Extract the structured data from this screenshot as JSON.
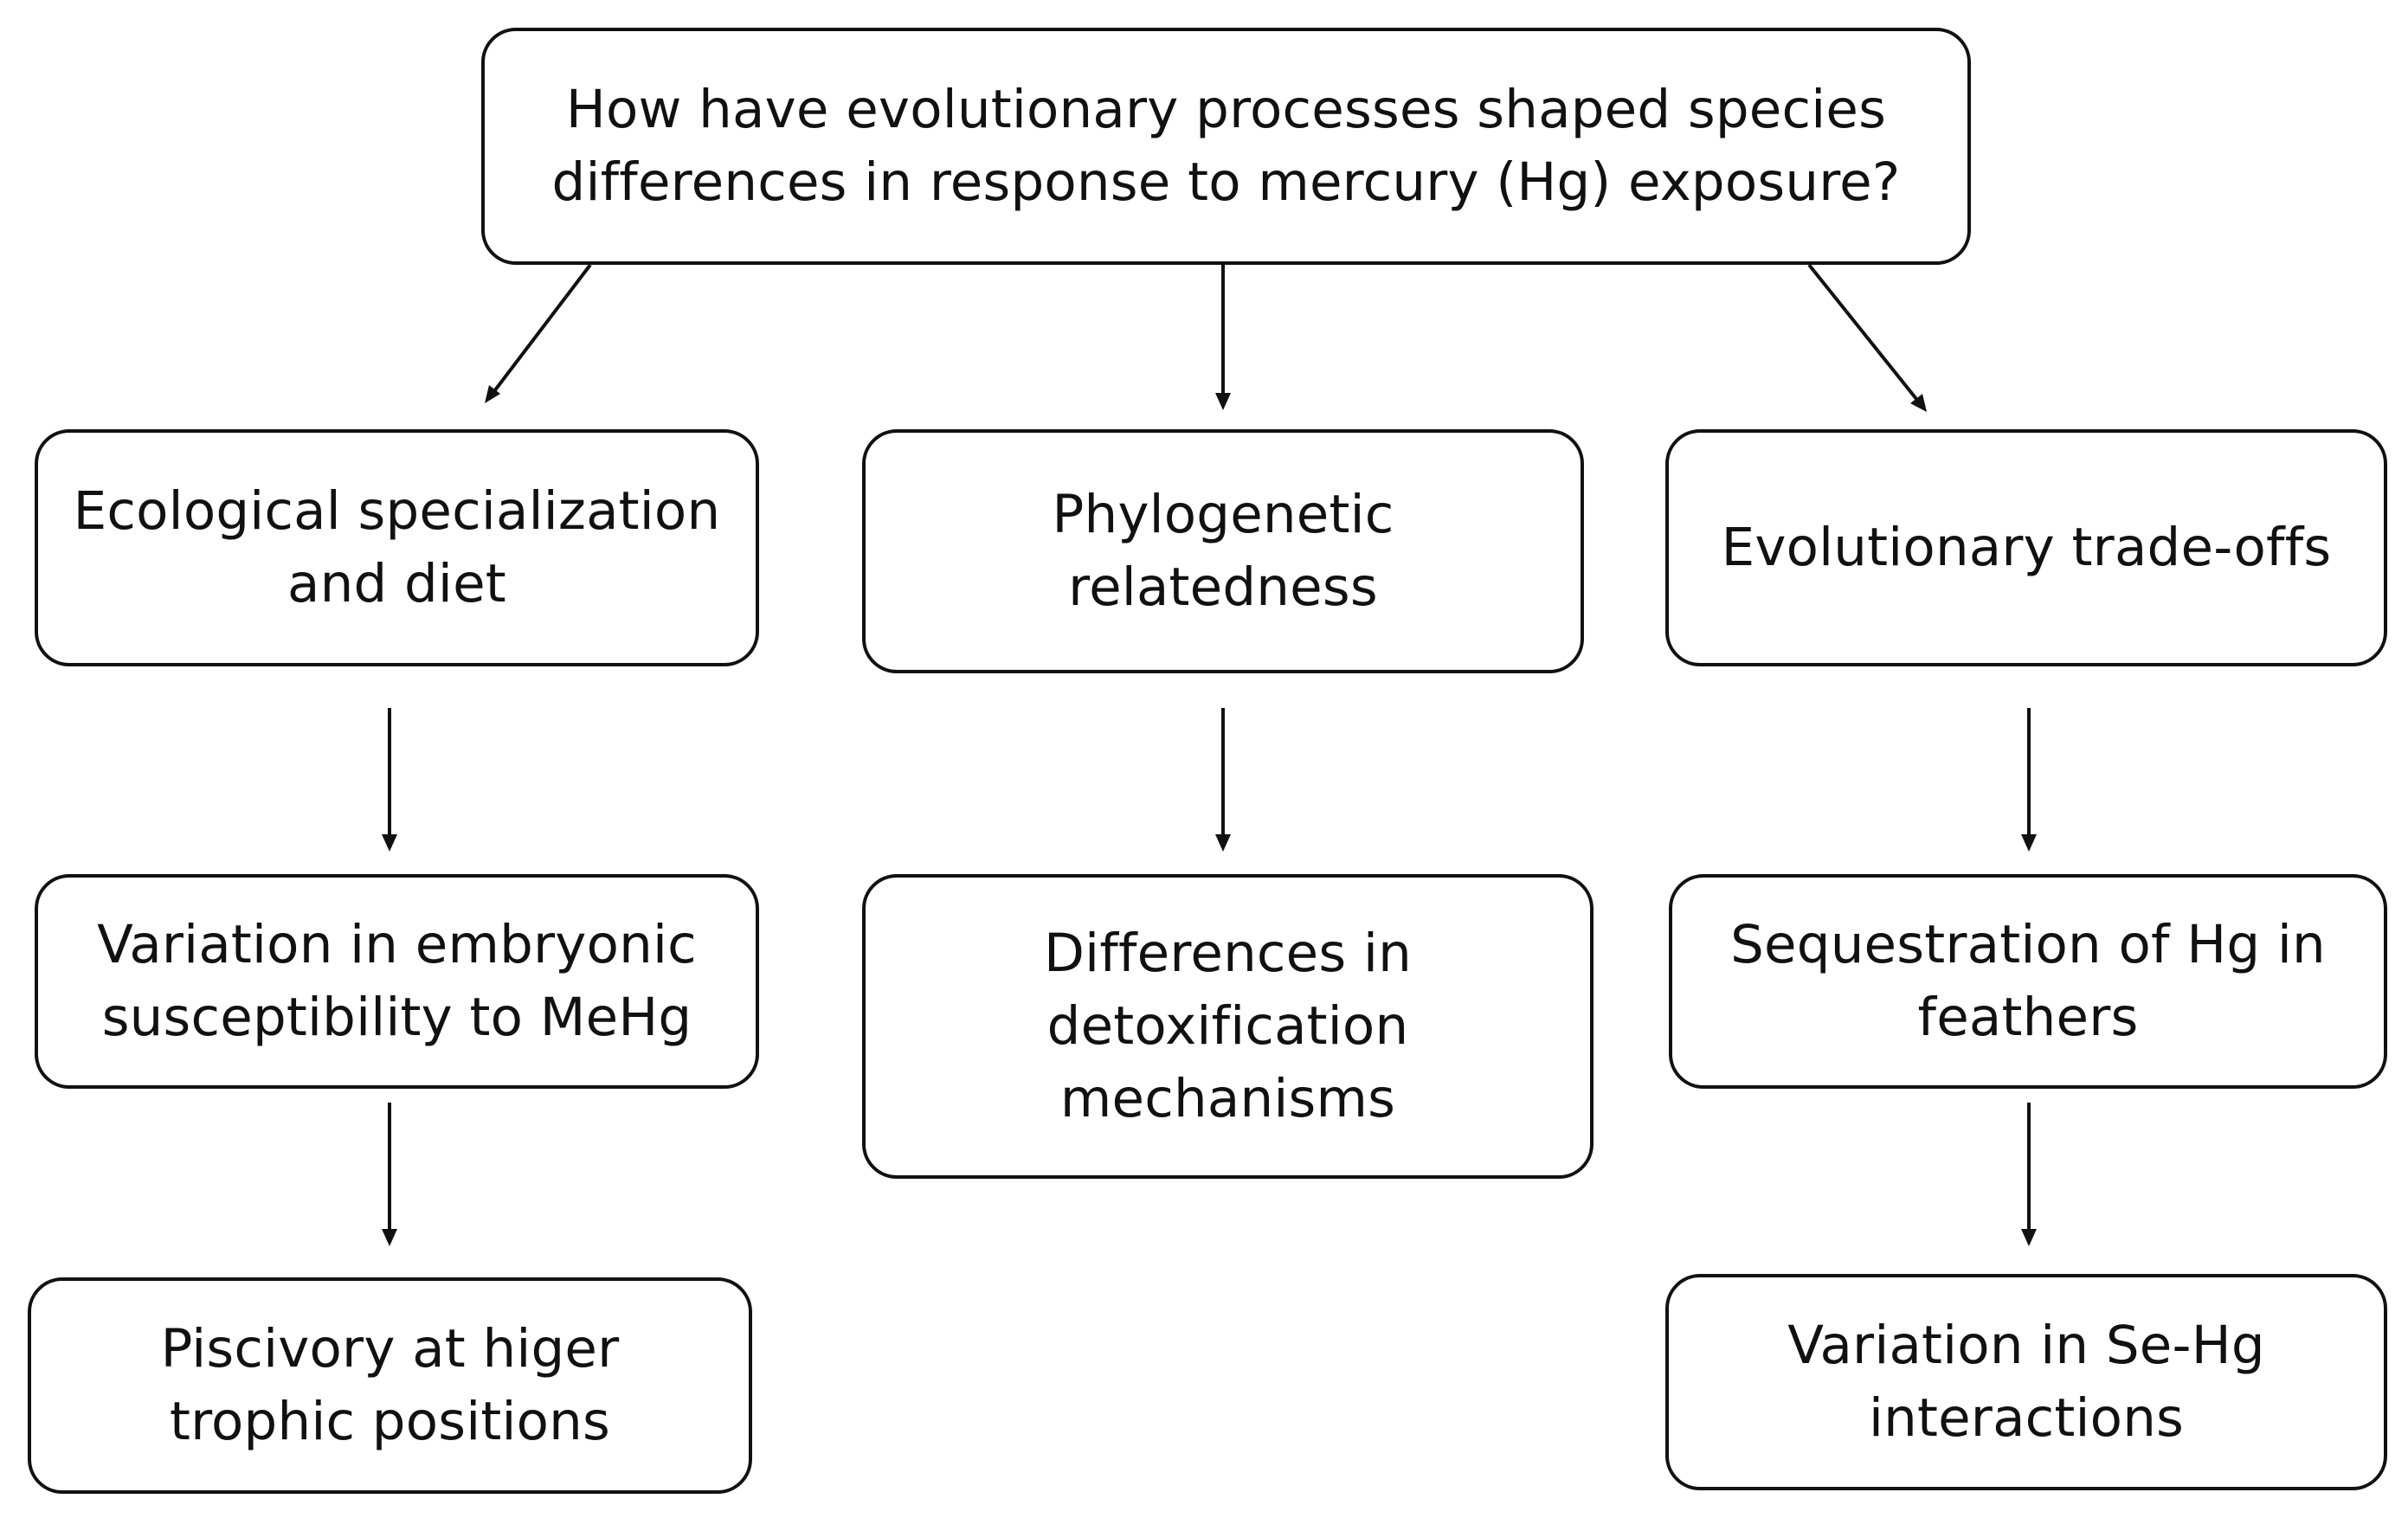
{
  "question": {
    "line1": "How have evolutionary processes shaped species",
    "line2": "differences in response to mercury (Hg) exposure?"
  },
  "factors": {
    "ecological": {
      "line1": "Ecological specialization",
      "line2": "and diet"
    },
    "phylogenetic": {
      "line1": "Phylogenetic",
      "line2": "relatedness"
    },
    "tradeoffs": {
      "line1": "Evolutionary trade-offs"
    }
  },
  "outcomes": {
    "embryonic": {
      "line1": "Variation in embryonic",
      "line2": "susceptibility to MeHg"
    },
    "detox": {
      "line1": "Differences in",
      "line2": "detoxification",
      "line3": "mechanisms"
    },
    "sequestration": {
      "line1": "Sequestration of Hg in",
      "line2": "feathers"
    },
    "piscivory": {
      "line1": "Piscivory at higer",
      "line2": "trophic positions"
    },
    "sehg": {
      "line1": "Variation in Se-Hg",
      "line2": "interactions"
    }
  },
  "colors": {
    "stroke": "#111111",
    "background": "#ffffff"
  }
}
